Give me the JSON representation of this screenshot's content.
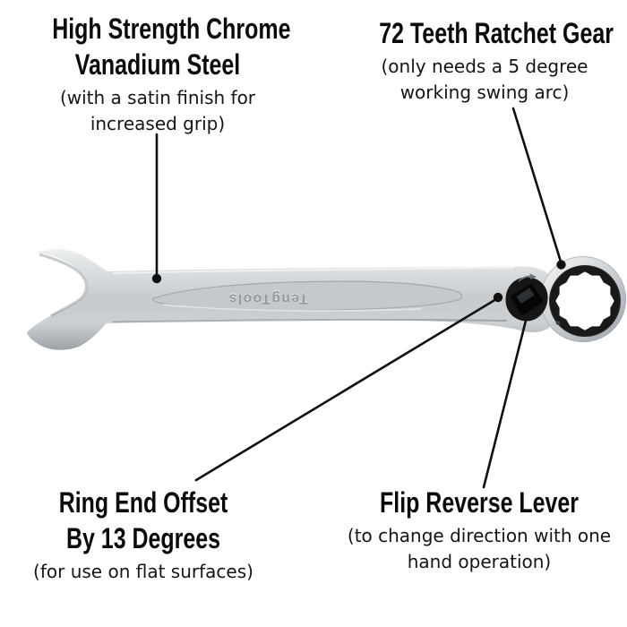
{
  "image": {
    "background": "#ffffff",
    "subject": "ratcheting combination wrench diagram"
  },
  "wrench": {
    "brand_stamp": "TengTools",
    "colors": {
      "chrome_light": "#f0f1f2",
      "chrome_mid": "#c9cdd0",
      "chrome_dark": "#8f969b",
      "gear_black": "#191919",
      "background": "#ffffff"
    }
  },
  "callouts": {
    "line_color": "#101010"
  },
  "annotations": {
    "top_left": {
      "title_lines": [
        "High Strength Chrome",
        "Vanadium Steel"
      ],
      "note_lines": [
        "(with a satin finish for",
        "increased grip)"
      ]
    },
    "top_right": {
      "title_lines": [
        "72 Teeth Ratchet Gear"
      ],
      "note_lines": [
        "(only needs a 5 degree",
        "working swing arc)"
      ]
    },
    "bottom_left": {
      "title_lines": [
        "Ring End Offset",
        "By 13 Degrees"
      ],
      "note_lines": [
        "(for use on flat surfaces)"
      ]
    },
    "bottom_right": {
      "title_lines": [
        "Flip Reverse Lever"
      ],
      "note_lines": [
        "(to change direction with one",
        "hand operation)"
      ]
    }
  }
}
